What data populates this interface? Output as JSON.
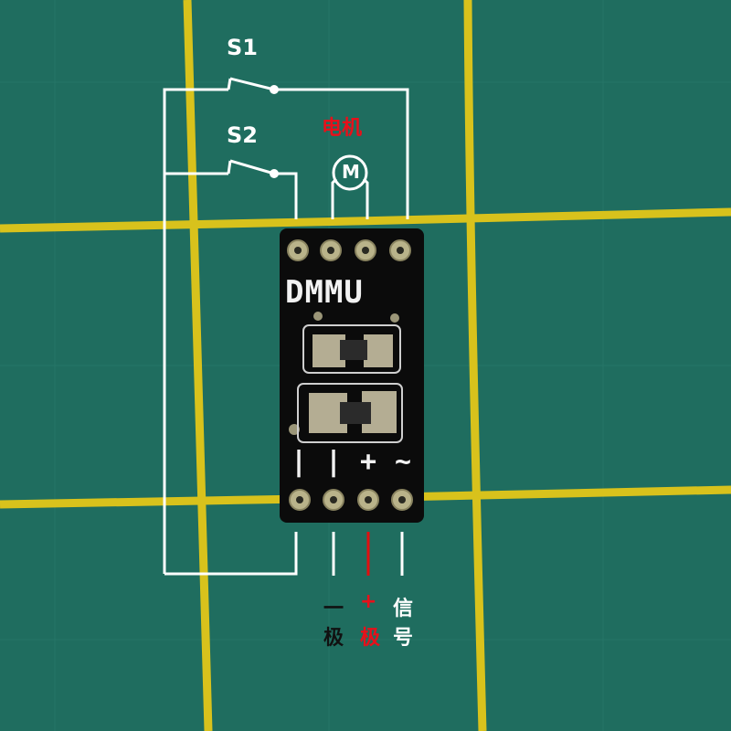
{
  "photo": {
    "kind": "circuit-board-wiring-photo",
    "mat_color": "#1f6d5f",
    "grid_color": "#d8c21c",
    "pcb_color": "#0b0b0b",
    "wire_color": "#ffffff",
    "positive_wire_color": "#e01010"
  },
  "labels": {
    "switch1": "S1",
    "switch2": "S2",
    "motor": "电机",
    "motor_symbol": "M"
  },
  "board": {
    "top_silk": "DMMU",
    "bottom_silk": [
      "|",
      "|",
      "+",
      "~"
    ]
  },
  "terminals": {
    "negative_top": "一",
    "negative_bottom": "极",
    "positive_top": "+",
    "positive_bottom": "极",
    "signal_top": "信",
    "signal_bottom": "号"
  },
  "colors": {
    "motor_label": "#e8101a",
    "positive_label": "#e8101a",
    "negative_label": "#111111",
    "signal_label": "#ffffff"
  }
}
